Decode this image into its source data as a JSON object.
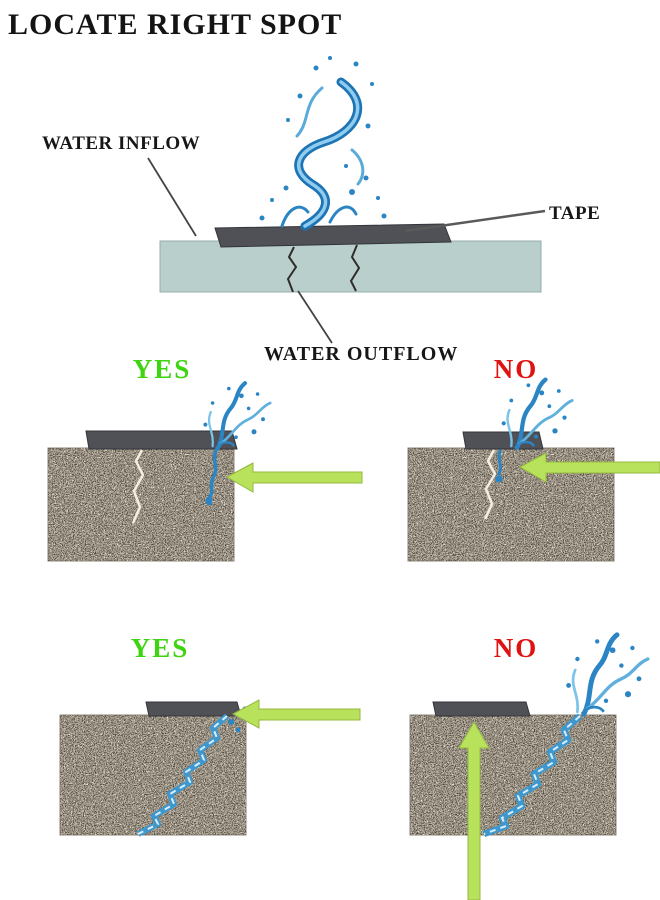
{
  "title": "LOCATE RIGHT SPOT",
  "main_diagram": {
    "water_inflow_label": "WATER INFLOW",
    "tape_label": "TAPE",
    "water_outflow_label": "WATER OUTFLOW"
  },
  "panels": [
    {
      "id": "top-left",
      "verdict": "YES"
    },
    {
      "id": "top-right",
      "verdict": "NO"
    },
    {
      "id": "bottom-left",
      "verdict": "YES"
    },
    {
      "id": "bottom-right",
      "verdict": "NO"
    }
  ],
  "colors": {
    "yes_green": "#3fd411",
    "no_red": "#e01212",
    "arrow_green": "#b8e25c",
    "tape_gray": "#4f5156",
    "slab_blue": "#b9cfcc",
    "water_blue": "#2b85c4",
    "concrete_tan": "#b6ad9e",
    "label_black": "#171717"
  }
}
